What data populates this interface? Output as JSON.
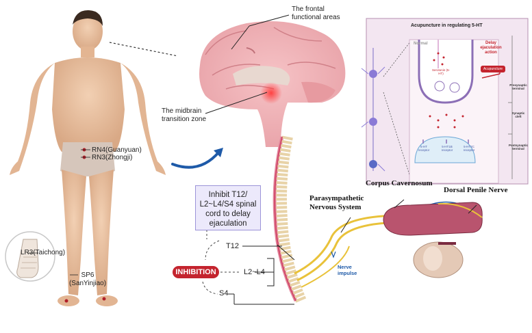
{
  "labels": {
    "frontal": "The frontal functional areas",
    "midbrain": "The midbrain transition zone",
    "rn4": "RN4(Guanyuan)",
    "rn3": "RN3(Zhongji)",
    "lr3": "LR3(Taichong)",
    "sp6": "SP6 (SanYinjiao)",
    "t12": "T12",
    "l2l4": "L2~L4",
    "s4": "S4",
    "inhibition": "INHIBITION",
    "box": "Inhibit T12/ L2~L4/S4 spinal cord to delay ejaculation",
    "parasympathetic": "Parasympathetic Nervous System",
    "corpus": "Corpus Cavernosum",
    "dorsal": "Dorsal Penile Nerve",
    "nerve_impulse": "Nerve impulse"
  },
  "panel": {
    "title": "Acupuncture in regulating 5-HT",
    "normal": "Normal",
    "delay": "Delay ejaculation action",
    "acupuncture": "Acupuncture",
    "serotonin": "Serotonin (5-HT)",
    "presynaptic": "Presynaptic terminal",
    "cleft": "Synaptic cleft",
    "postsynaptic": "Postsynaptic terminal",
    "r1": "5-HT receptor",
    "r2": "5-HT1B receptor",
    "r3": "5-HT2C receptor"
  },
  "colors": {
    "accent_red": "#c4242e",
    "box_fill": "#ece9fb",
    "panel_fill": "#f3e6f1",
    "spine": "#e8d3a8",
    "nerve": "#e9c23a"
  }
}
